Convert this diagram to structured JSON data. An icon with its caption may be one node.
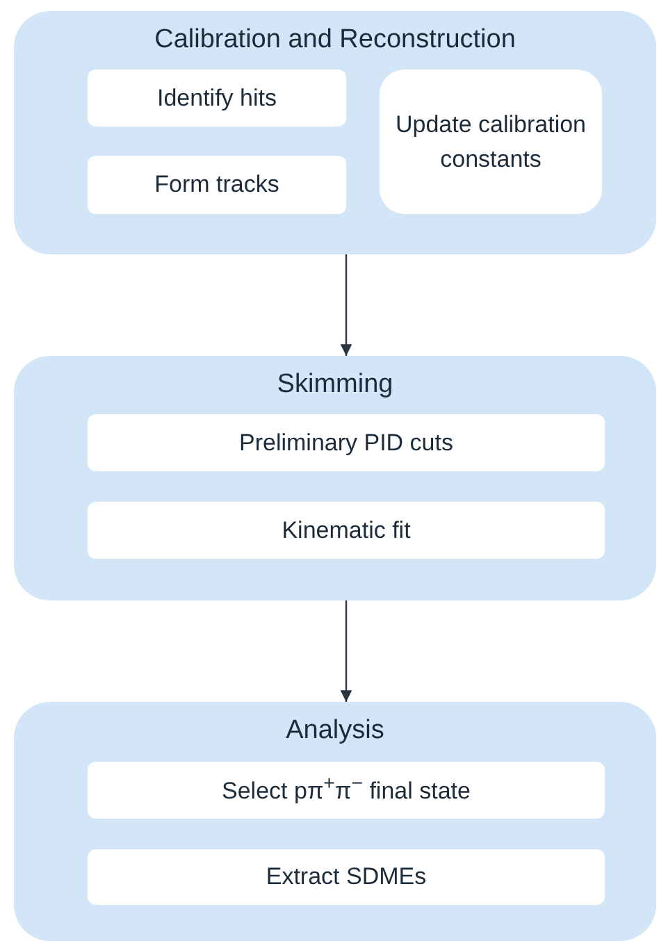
{
  "diagram": {
    "nodes": [
      {
        "text": [
          "Calibration and Reconstruction"
        ]
      },
      {
        "text": [
          "Identify hits"
        ],
        "in": 0
      },
      {
        "text": [
          "Update calibration constants"
        ],
        "in": 0
      },
      {
        "text": [
          "Form tracks"
        ],
        "in": 0
      },
      {
        "text": [
          "Skimming"
        ]
      },
      {
        "text": [
          "Preliminary PID cuts"
        ],
        "in": 4
      },
      {
        "text": [
          "Kinematic fit"
        ],
        "in": 4
      },
      {
        "text": [
          "Analysis"
        ]
      },
      {
        "text": [
          "Select pπ$^{+}$π$^{−}$ final state"
        ],
        "in": 7
      },
      {
        "text": [
          "Extract SDMEs"
        ],
        "in": 7
      }
    ],
    "edges": [
      {
        "from": 0,
        "to": 4,
        "arrow": "to"
      },
      {
        "from": 4,
        "to": 7,
        "arrow": "to"
      }
    ]
  }
}
